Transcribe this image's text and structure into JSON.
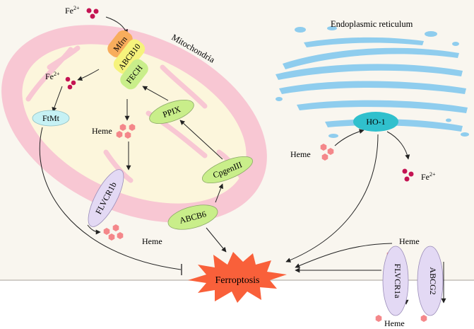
{
  "colors": {
    "background": "#f9f6ef",
    "cell_bottom": "#ffffff",
    "membrane_line": "#b7b2ac",
    "mito_outer": "#f8c7d3",
    "mito_matrix": "#fcf6dc",
    "cristae": "#f8c7d3",
    "er": "#8fcdee",
    "green": "#c9ee8a",
    "green_stroke": "#8aa866",
    "ftmt": "#c6f1f4",
    "ho1": "#30c0cd",
    "purple": "#e3d9f4",
    "purple_stroke": "#9a8cb8",
    "orange": "#f8ad5c",
    "yellow": "#f6f37c",
    "iron_dot": "#c41453",
    "heme_hex": "#f4878a",
    "ferroptosis": "#f9603a",
    "arrow": "#222222"
  },
  "labels": {
    "fe_top": {
      "main": "Fe",
      "sup": "2+"
    },
    "mitochondria": "Mitochondria",
    "endoplasmic_reticulum": "Endoplasmic reticulum",
    "mfrn": "Mfrn",
    "abcb10": "ABCB10",
    "fech": "FECH",
    "fe_inner": {
      "main": "Fe",
      "sup": "2+"
    },
    "ftmt": "FtMt",
    "heme_inner": "Heme",
    "ppix": "PPIX",
    "cpgeniii": "CpgenIII",
    "flvcr1b": "FLVCR1b",
    "abcb6": "ABCB6",
    "heme_out": "Heme",
    "ho1": "HO-1",
    "heme_er": "Heme",
    "fe_er": {
      "main": "Fe",
      "sup": "2+"
    },
    "heme_right_top": "Heme",
    "flvcr1a": "FLVCR1a",
    "abcg2": "ABCG2",
    "heme_right_bottom": "Heme",
    "ferroptosis": "Ferroptosis"
  }
}
